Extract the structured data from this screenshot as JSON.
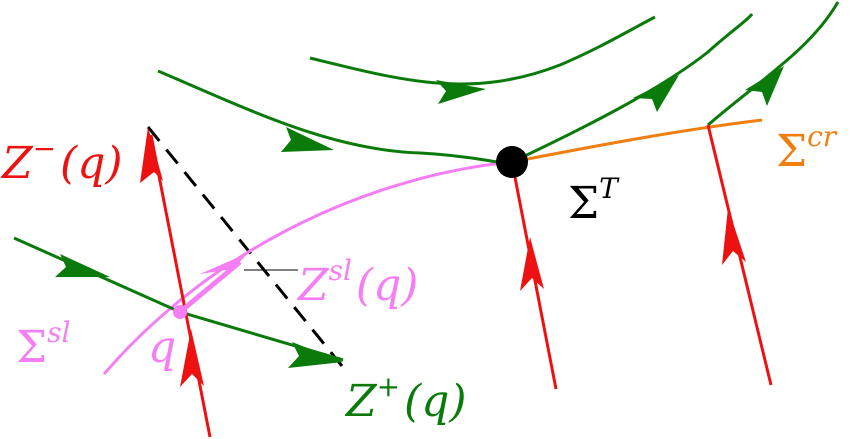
{
  "colors": {
    "background": "#ffffff",
    "trajectory": "#0a7a0a",
    "vector_field": "#ee1111",
    "sliding_set": "#f57ef5",
    "crossing_set": "#f07f10",
    "tangency_point": "#000000",
    "dashed": "#000000"
  },
  "labels": {
    "z_minus": {
      "prefix": "Z",
      "sup": "−",
      "arg": "(q)"
    },
    "z_plus": {
      "prefix": "Z",
      "sup": "+",
      "arg": "(q)"
    },
    "z_sliding": {
      "prefix": "Z",
      "sup": "sl",
      "arg": "(q)"
    },
    "sigma_sl": {
      "prefix": "Σ",
      "sup": "sl"
    },
    "sigma_cr": {
      "prefix": "Σ",
      "sup": "cr"
    },
    "sigma_t": {
      "prefix": "Σ",
      "sup": "T"
    },
    "point_q": "q"
  }
}
